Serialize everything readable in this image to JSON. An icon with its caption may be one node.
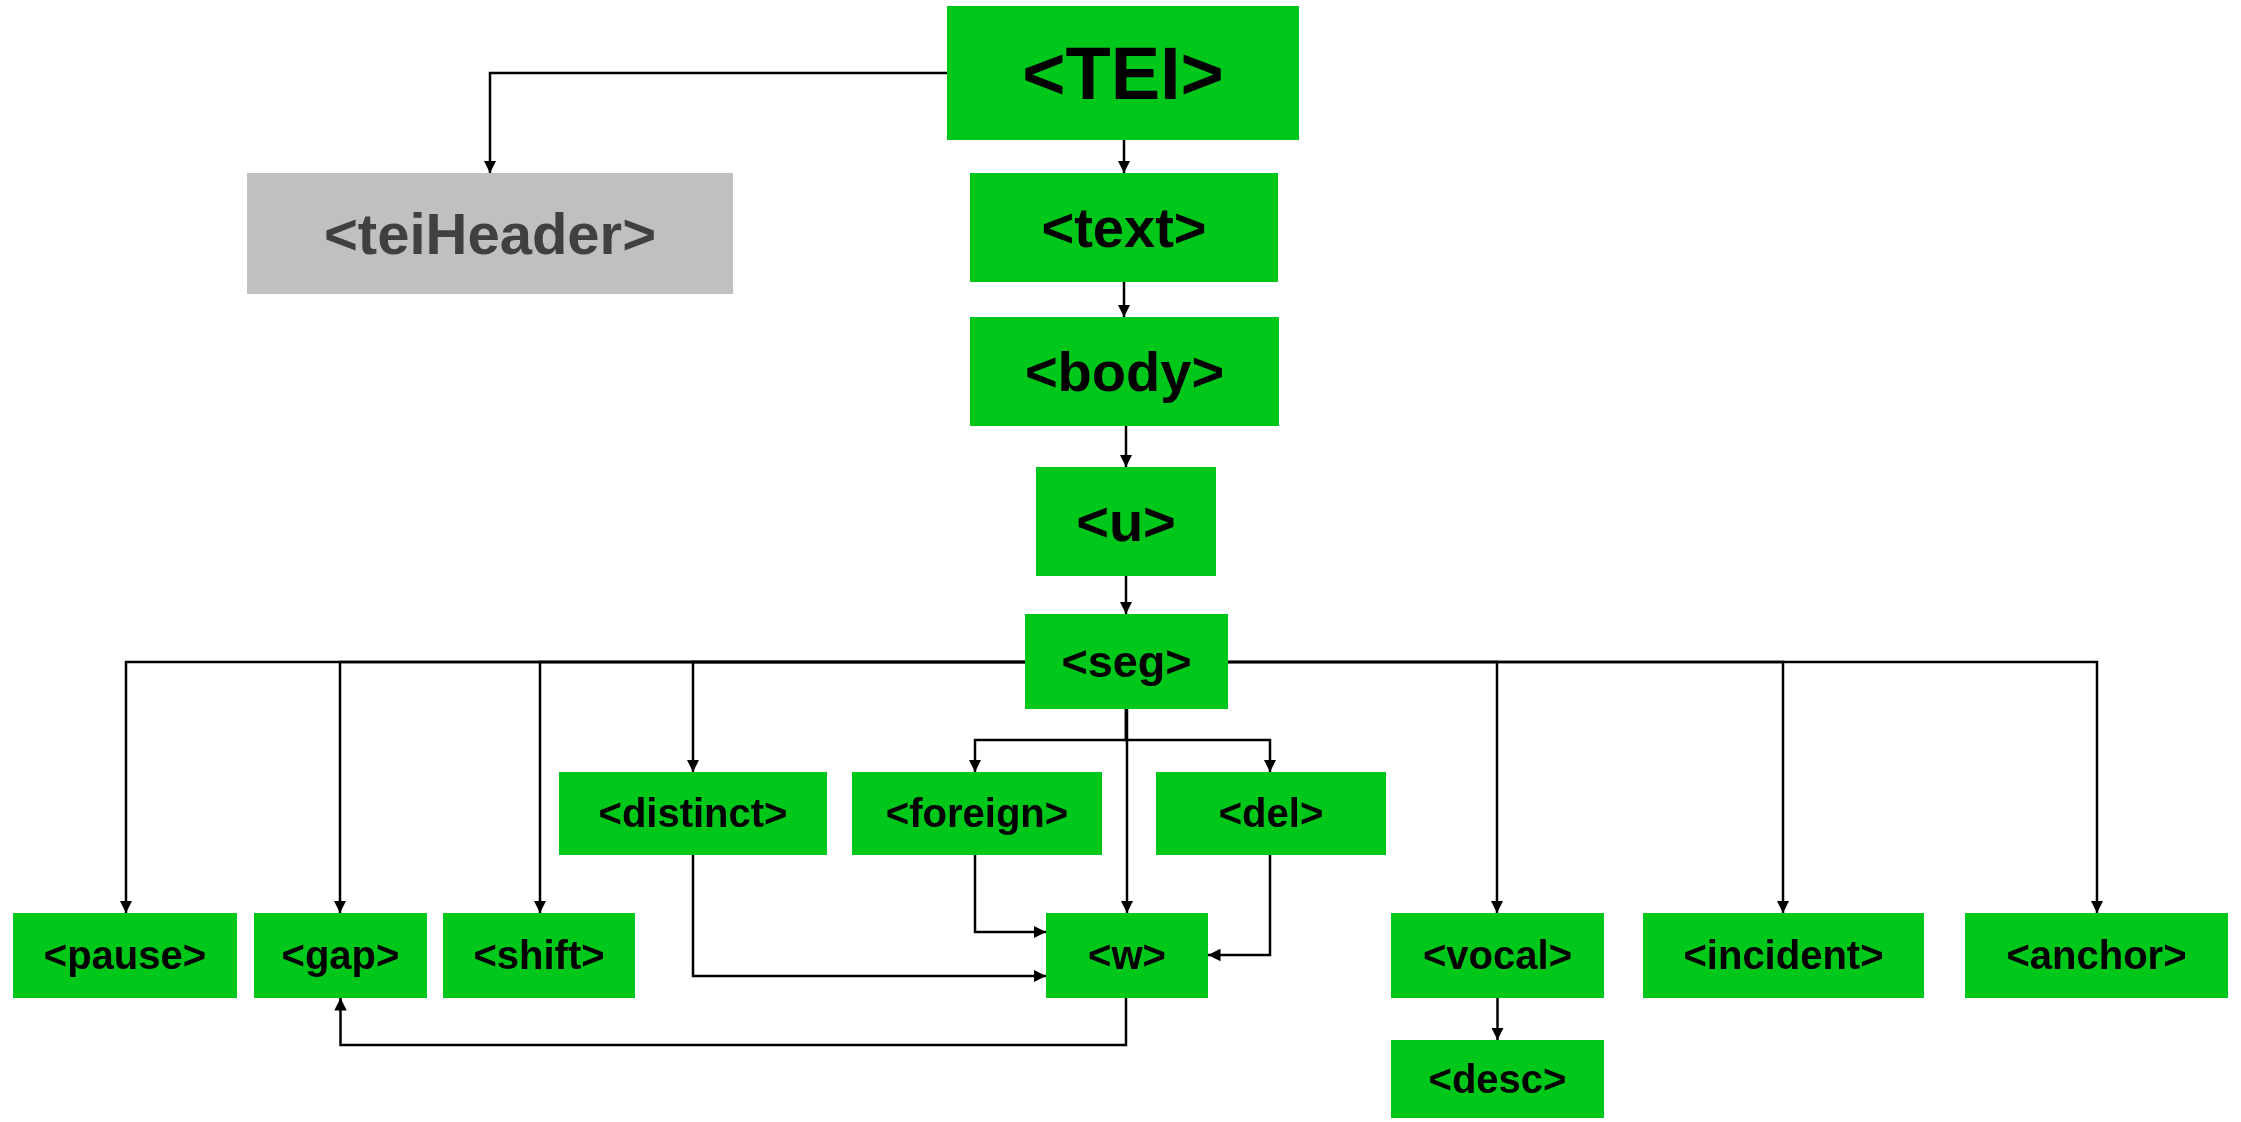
{
  "diagram": {
    "nodes": [
      {
        "text": [
          "<TEI>"
        ]
      },
      {
        "text": [
          "<teiHeader>"
        ]
      },
      {
        "text": [
          "<text>"
        ]
      },
      {
        "text": [
          "<body>"
        ]
      },
      {
        "text": [
          "<u>"
        ]
      },
      {
        "text": [
          "<seg>"
        ]
      },
      {
        "text": [
          "<distinct>"
        ]
      },
      {
        "text": [
          "<foreign>"
        ]
      },
      {
        "text": [
          "<del>"
        ]
      },
      {
        "text": [
          "<pause>"
        ]
      },
      {
        "text": [
          "<gap>"
        ]
      },
      {
        "text": [
          "<shift>"
        ]
      },
      {
        "text": [
          "<w>"
        ]
      },
      {
        "text": [
          "<vocal>"
        ]
      },
      {
        "text": [
          "<incident>"
        ]
      },
      {
        "text": [
          "<anchor>"
        ]
      },
      {
        "text": [
          "<desc>"
        ]
      }
    ],
    "edges": [
      {
        "from": 0,
        "to": 1,
        "arrow": "to"
      },
      {
        "from": 0,
        "to": 2,
        "arrow": "to"
      },
      {
        "from": 2,
        "to": 3,
        "arrow": "to"
      },
      {
        "from": 3,
        "to": 4,
        "arrow": "to"
      },
      {
        "from": 4,
        "to": 5,
        "arrow": "to"
      },
      {
        "from": 5,
        "to": 9,
        "arrow": "to"
      },
      {
        "from": 5,
        "to": 10,
        "arrow": "to"
      },
      {
        "from": 5,
        "to": 11,
        "arrow": "to"
      },
      {
        "from": 5,
        "to": 6,
        "arrow": "to"
      },
      {
        "from": 5,
        "to": 7,
        "arrow": "to"
      },
      {
        "from": 5,
        "to": 8,
        "arrow": "to"
      },
      {
        "from": 5,
        "to": 12,
        "arrow": "to"
      },
      {
        "from": 5,
        "to": 13,
        "arrow": "to"
      },
      {
        "from": 5,
        "to": 14,
        "arrow": "to"
      },
      {
        "from": 5,
        "to": 15,
        "arrow": "to"
      },
      {
        "from": 6,
        "to": 12,
        "arrow": "to"
      },
      {
        "from": 7,
        "to": 12,
        "arrow": "to"
      },
      {
        "from": 8,
        "to": 12,
        "arrow": "to"
      },
      {
        "from": 12,
        "to": 10,
        "arrow": "to"
      },
      {
        "from": 13,
        "to": 16,
        "arrow": "to"
      }
    ]
  }
}
